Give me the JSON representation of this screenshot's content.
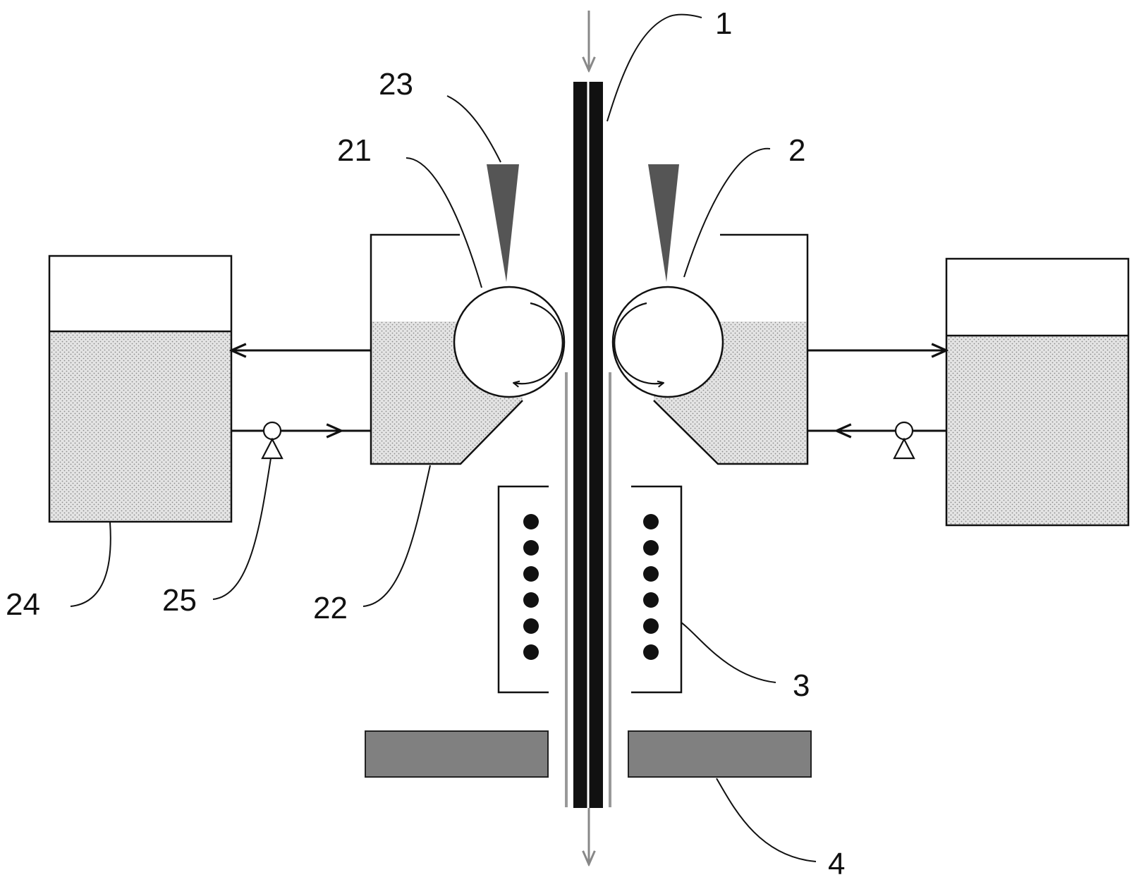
{
  "labels": {
    "strip": "1",
    "coating_unit": "2",
    "induction_heater": "3",
    "cooling_plate": "4",
    "coating_roll": "21",
    "coating_pan": "22",
    "gas_knife": "23",
    "storage_tank": "24",
    "pump": "25"
  },
  "colors": {
    "line": "#111111",
    "liquid_fill": "#d9d9d9",
    "gas_knife": "#555555",
    "plate": "#808080",
    "coating_layer": "#999999",
    "strip_direction_arrow": "#888888"
  }
}
